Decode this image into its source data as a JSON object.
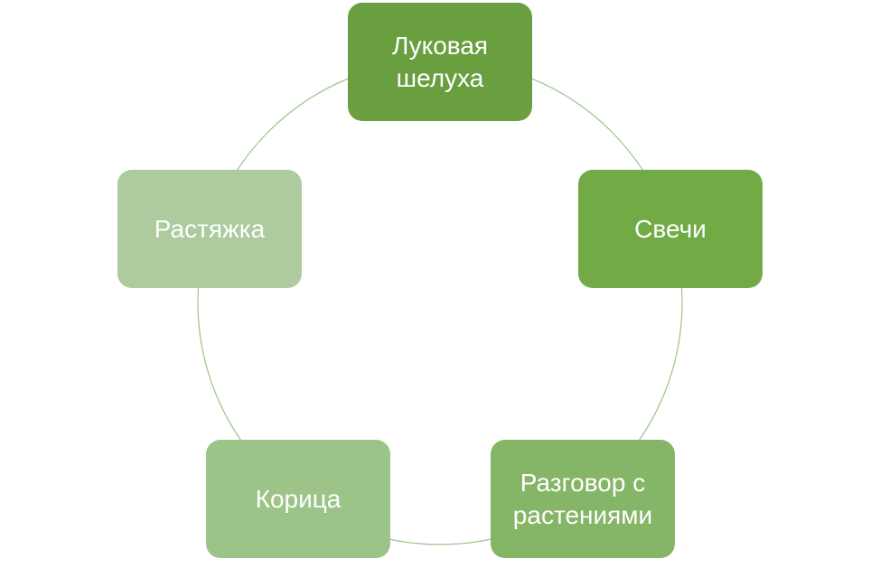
{
  "diagram": {
    "type": "cycle",
    "connector_color": "#9bc48a",
    "nodes": [
      {
        "label": "Луковая\nшелуха",
        "color": "#6a9f40"
      },
      {
        "label": "Свечи",
        "color": "#72ab46"
      },
      {
        "label": "Разговор с\nрастениями",
        "color": "#85b566"
      },
      {
        "label": "Корица",
        "color": "#9cc388"
      },
      {
        "label": "Растяжка",
        "color": "#adcb9e"
      }
    ]
  }
}
